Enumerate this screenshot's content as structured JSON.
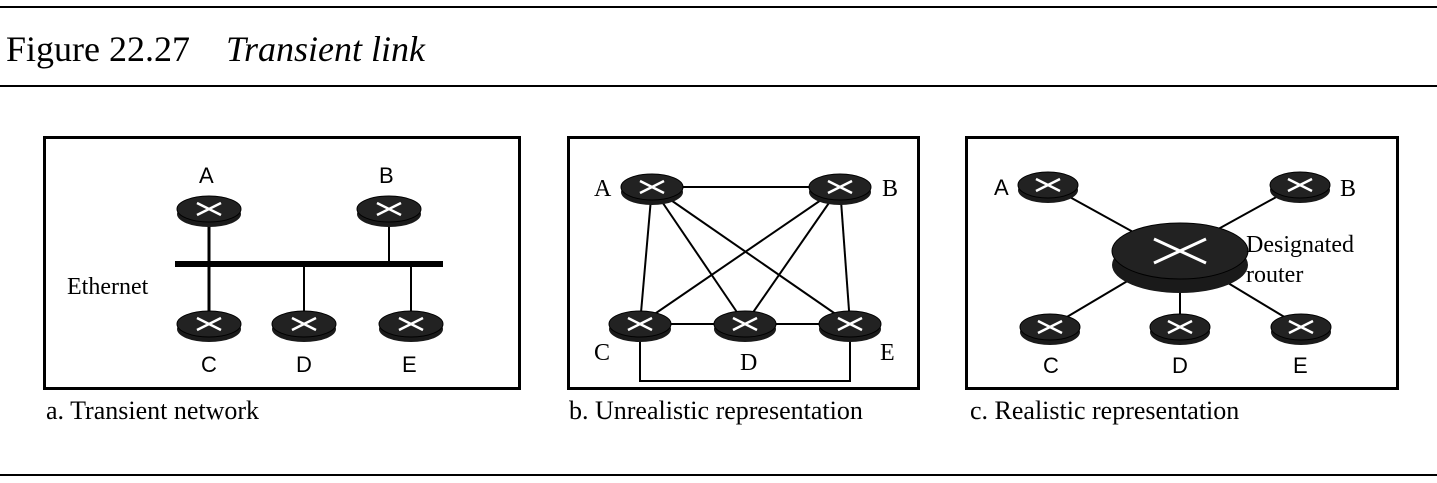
{
  "figure": {
    "number": "Figure 22.27",
    "caption": "Transient link"
  },
  "panels": [
    {
      "caption": "a. Transient network",
      "routers": [
        "A",
        "B",
        "C",
        "D",
        "E"
      ],
      "network_label": "Ethernet"
    },
    {
      "caption": "b. Unrealistic representation",
      "routers": [
        "A",
        "B",
        "C",
        "D",
        "E"
      ]
    },
    {
      "caption": "c. Realistic representation",
      "routers": [
        "A",
        "B",
        "C",
        "D",
        "E"
      ],
      "designated_router_label": [
        "Designated",
        "router"
      ]
    }
  ]
}
